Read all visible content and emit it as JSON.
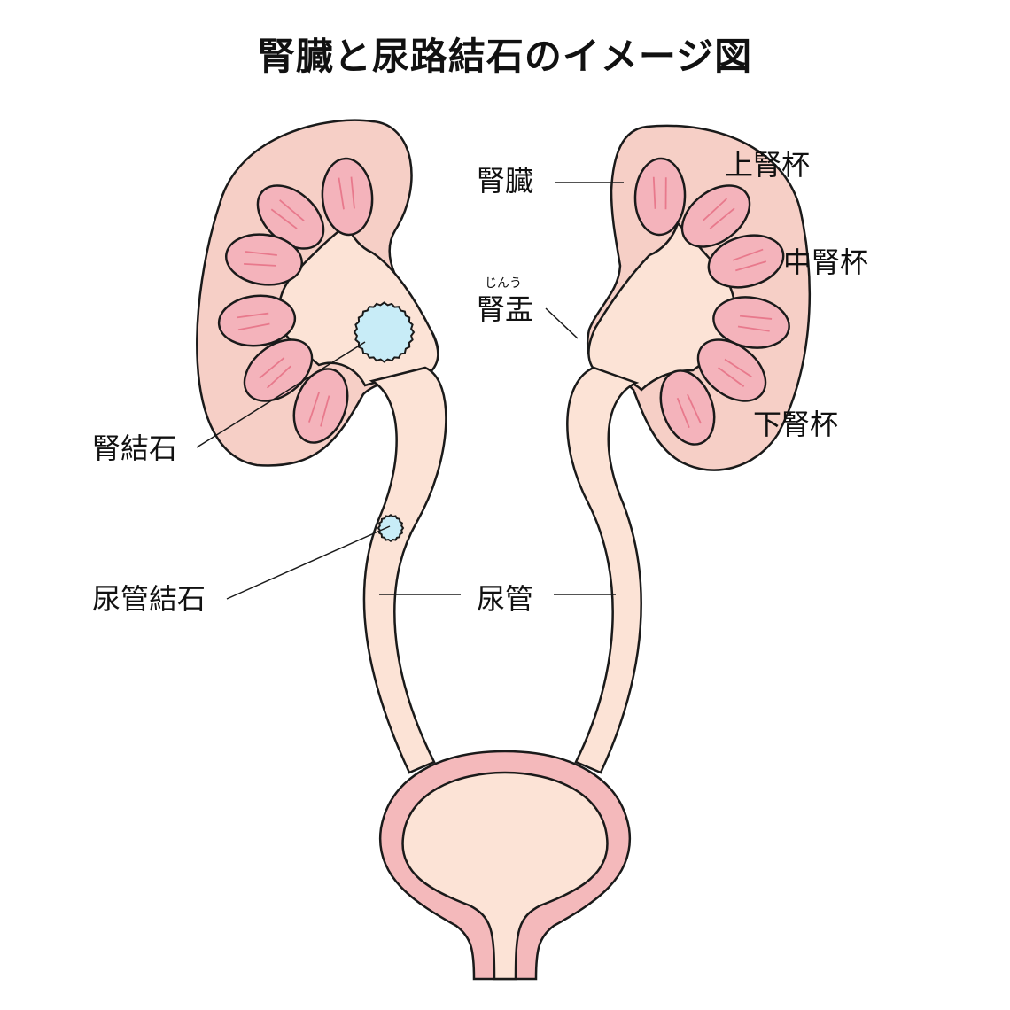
{
  "title": "腎臓と尿路結石のイメージ図",
  "labels": {
    "kidney": "腎臓",
    "upper_calyx": "上腎杯",
    "middle_calyx": "中腎杯",
    "lower_calyx": "下腎杯",
    "renal_pelvis": "腎盂",
    "renal_pelvis_reading": "じんう",
    "kidney_stone": "腎結石",
    "ureter_stone": "尿管結石",
    "ureter": "尿管"
  },
  "colors": {
    "kidney_fill": "#f6cfc6",
    "pelvis_fill": "#fce3d6",
    "calyx_fill": "#f4b3bb",
    "calyx_line": "#e8798c",
    "bladder_wall": "#f4b9bb",
    "stone_fill": "#c8ecf7",
    "outline": "#1a1a1a"
  }
}
